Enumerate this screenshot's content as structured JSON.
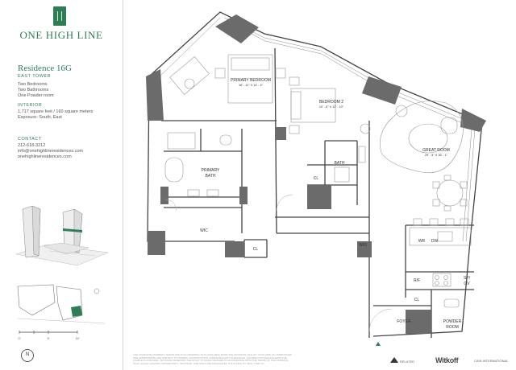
{
  "brand": {
    "name": "ONE HIGH LINE"
  },
  "unit": {
    "title": "Residence 16G",
    "tower": "EAST TOWER",
    "bedrooms": "Two Bedrooms",
    "bathrooms": "Two Bathrooms",
    "powder": "One Powder room"
  },
  "interior": {
    "label": "INTERIOR",
    "area": "1,717 square feet / 160 square meters",
    "exposure": "Exposure: South, East"
  },
  "contact": {
    "label": "CONTACT",
    "phone": "212-618-3212",
    "email": "info@onehighlineresidences.com",
    "website": "onehighlineresidences.com"
  },
  "compass": {
    "letter": "N"
  },
  "scale": {
    "t0": "0'",
    "t1": "5'",
    "t2": "10'"
  },
  "rooms": {
    "primary_bedroom": {
      "name": "PRIMARY BEDROOM",
      "dim": "16' - 11\" X 14' - 4\""
    },
    "bedroom2": {
      "name": "BEDROOM 2",
      "dim": "10' - 6\" X 12' - 10\""
    },
    "great_room": {
      "name": "GREAT ROOM",
      "dim": "29' - 4\" X 18' - 1\""
    },
    "primary_bath_l1": "PRIMARY",
    "primary_bath_l2": "BATH",
    "bath": "BATH",
    "cl": "CL",
    "wic": "WIC",
    "wd": "W/D",
    "wr": "WR",
    "dw": "DW",
    "rf": "R/F",
    "spov_l1": "SP/",
    "spov_l2": "OV",
    "foyer": "FOYER",
    "powder_l1": "POWDER",
    "powder_l2": "ROOM"
  },
  "footer": {
    "disclaimer_l1": "THE COMPLETE OFFERING TERMS ARE IN AN OFFERING PLAN AVAILABLE FROM THE SPONSOR. FILE NO. CD19-0358. ALL DIMENSIONS",
    "disclaimer_l2": "ARE APPROXIMATE AND SUBJECT TO NORMAL CONSTRUCTION VARIANCES AND TOLERANCES. SQUARE FOOTAGE EXCEEDS THE",
    "disclaimer_l3": "USABLE FLOOR AREA. SPONSOR RESERVES THE RIGHT TO MAKE CHANGES IN ACCORDANCE WITH THE TERMS OF THE OFFERING",
    "disclaimer_l4": "PLAN. EQUAL HOUSING OPPORTUNITY. SPONSOR: ONE HIGH LINE ASSOCIATES. 515 W 18TH ST, NEW YORK NY.",
    "related": "RELATED",
    "witkoff": "Witkoff",
    "cain": "CAIN INTERNATIONAL"
  }
}
